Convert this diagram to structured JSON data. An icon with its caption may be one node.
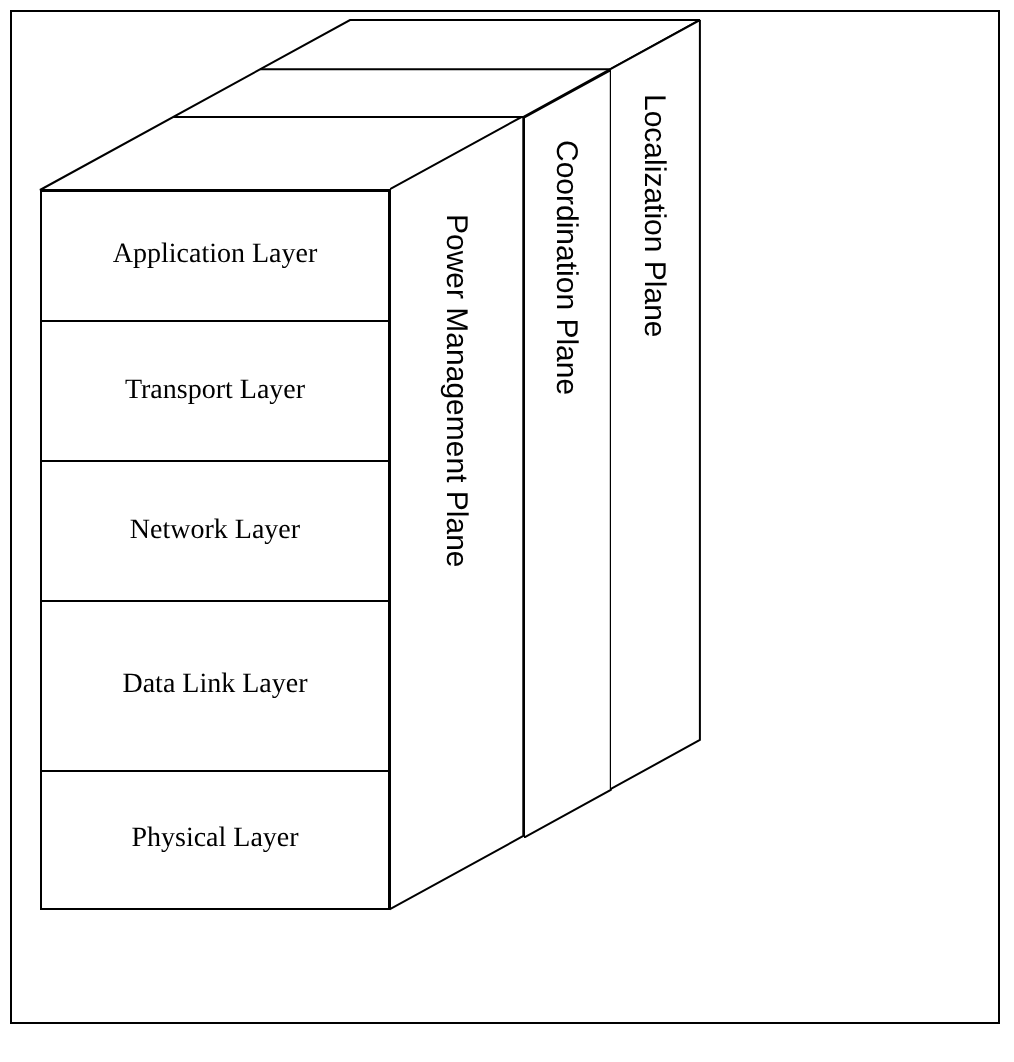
{
  "diagram": {
    "nodes": [
      {
        "text": [
          "Application Layer"
        ]
      },
      {
        "text": [
          "Transport Layer"
        ]
      },
      {
        "text": [
          "Network Layer"
        ]
      },
      {
        "text": [
          "Data Link Layer"
        ]
      },
      {
        "text": [
          "Physical Layer"
        ]
      },
      {
        "text": [
          "Power Management Plane"
        ]
      },
      {
        "text": [
          "Coordination Plane"
        ]
      },
      {
        "text": [
          "Localization Plane"
        ]
      }
    ]
  }
}
